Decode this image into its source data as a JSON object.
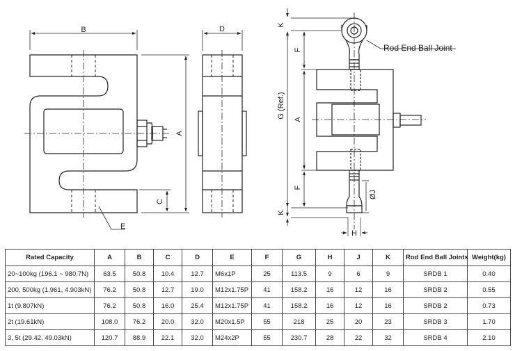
{
  "labels": {
    "front": {
      "width": "B",
      "height": "A",
      "gap": "C",
      "thread": "E"
    },
    "side": {
      "depth": "D"
    },
    "assembly": {
      "k_top": "K",
      "f_top": "F",
      "g_ref": "G (Ref.)",
      "a": "A",
      "f_bottom": "F",
      "k_bottom": "K",
      "phi_j": "ØJ",
      "h": "H",
      "rod_end": "Rod End Ball Joint"
    }
  },
  "table": {
    "headers": [
      "Rated Capacity",
      "A",
      "B",
      "C",
      "D",
      "E",
      "F",
      "G",
      "H",
      "J",
      "K",
      "Rod End Ball Joints",
      "Weight(kg)"
    ],
    "rows": [
      [
        "20~100kg (196.1 ~ 980.7N)",
        "63.5",
        "50.8",
        "10.4",
        "12.7",
        "M6x1P",
        "25",
        "113.5",
        "9",
        "6",
        "9",
        "SRDB 1",
        "0.40"
      ],
      [
        "200, 500kg (1.961, 4.903kN)",
        "76.2",
        "50.8",
        "12.7",
        "19.0",
        "M12x1.75P",
        "41",
        "158.2",
        "16",
        "12",
        "16",
        "SRDB 2",
        "0.55"
      ],
      [
        "1t (9.807kN)",
        "76.2",
        "50.8",
        "16.0",
        "25.4",
        "M12x1.75P",
        "41",
        "158.2",
        "16",
        "12",
        "16",
        "SRDB 2",
        "0.73"
      ],
      [
        "2t (19.61kN)",
        "108.0",
        "76.2",
        "20.0",
        "32.0",
        "M20x1.5P",
        "55",
        "218",
        "25",
        "20",
        "23",
        "SRDB 3",
        "1.70"
      ],
      [
        "3, 5t (29.42, 49.03kN)",
        "120.7",
        "88.9",
        "22.1",
        "32.0",
        "M24x2P",
        "55",
        "230.7",
        "28",
        "22",
        "32",
        "SRDB 4",
        "2.10"
      ]
    ]
  }
}
